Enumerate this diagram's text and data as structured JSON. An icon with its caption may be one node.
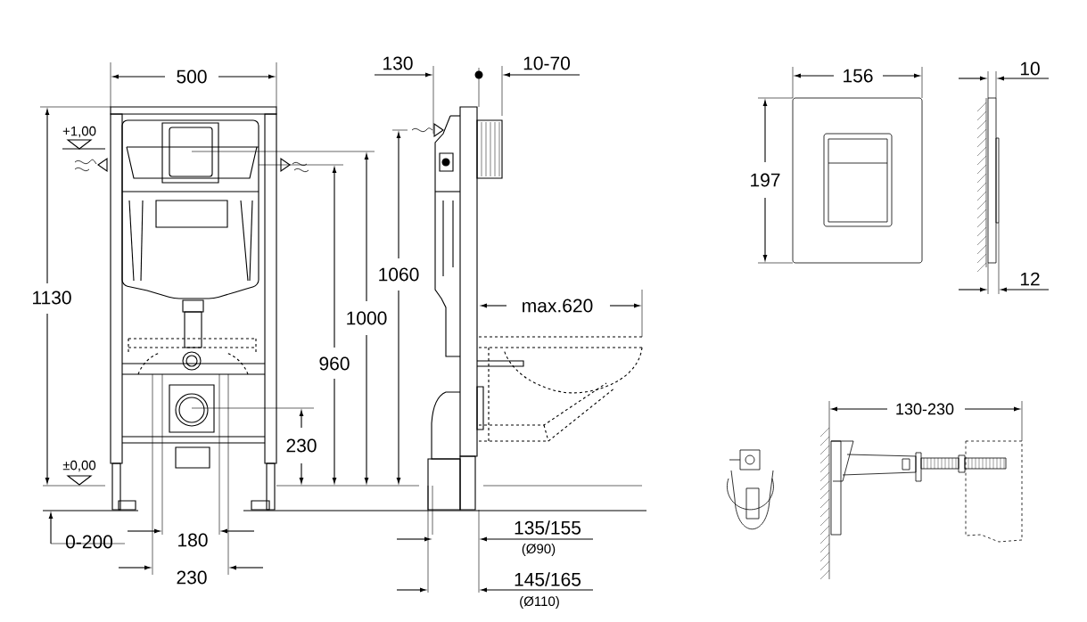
{
  "diagram": {
    "labels": [
      "130",
      "10-70",
      "500",
      "156",
      "10",
      "+1,00",
      "197",
      "1060",
      "1130",
      "12",
      "max.620",
      "1000",
      "960",
      "130-230",
      "230",
      "±0,00",
      "135/155",
      "(Ø90)",
      "0-200",
      "180",
      "145/165",
      "(Ø110)",
      "230"
    ]
  }
}
